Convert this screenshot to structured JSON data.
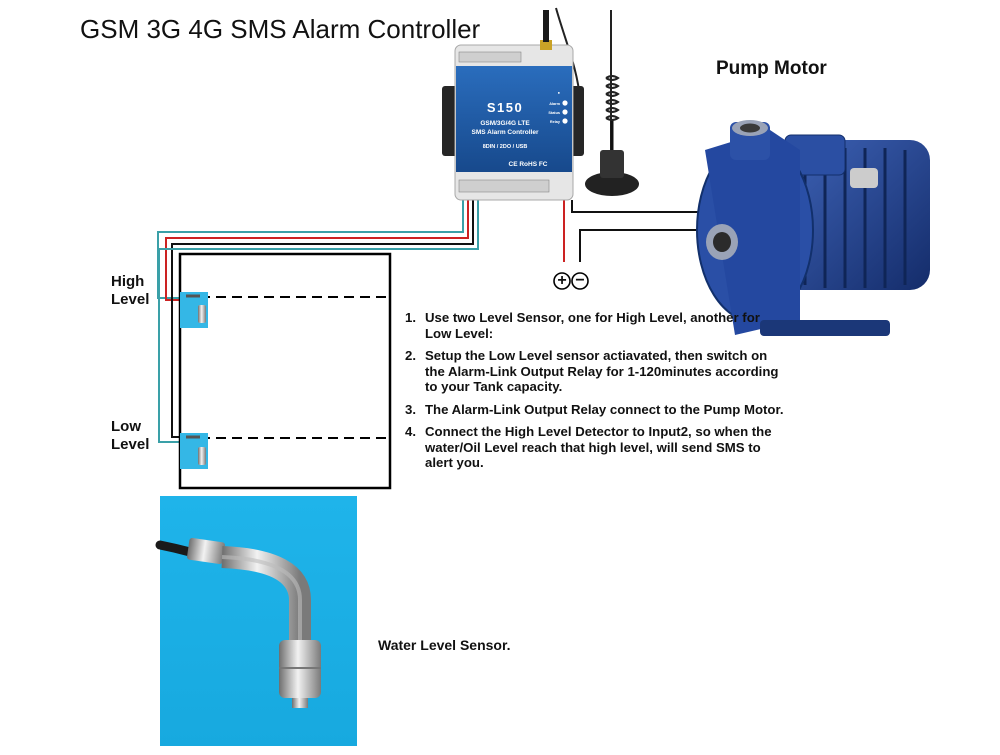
{
  "title": "GSM 3G 4G SMS Alarm Controller",
  "pump": {
    "title": "Pump Motor"
  },
  "tank": {
    "high_label_line1": "High",
    "high_label_line2": "Level",
    "low_label_line1": "Low",
    "low_label_line2": "Level"
  },
  "device": {
    "model": "S150",
    "line1": "GSM/3G/4G LTE",
    "line2": "SMS Alarm Controller",
    "line3": "8DIN / 2DO / USB",
    "cert": "CE RoHS FC",
    "status_labels": [
      "Alarm",
      "Status",
      "Relay"
    ]
  },
  "terminals": {
    "plus": "+",
    "minus": "−"
  },
  "instructions": [
    {
      "num": "1.",
      "text": "Use two Level Sensor, one for High Level, another for Low Level:"
    },
    {
      "num": "2.",
      "text": "Setup the Low Level sensor actiavated, then switch on the Alarm-Link Output Relay for 1-120minutes according to your Tank capacity."
    },
    {
      "num": "3.",
      "text": "The Alarm-Link Output Relay connect to the Pump Motor."
    },
    {
      "num": "4.",
      "text": "Connect the High Level Detector to Input2, so when the water/Oil Level reach that high level, will send SMS to alert you."
    }
  ],
  "sensor_caption": "Water Level Sensor.",
  "colors": {
    "device_blue": "#1f5aa6",
    "pump_blue": "#1e3f8f",
    "sensor_bg": "#22b7ea",
    "wire_red": "#cc2222",
    "wire_teal": "#3aa0a8",
    "wire_black": "#111111"
  }
}
